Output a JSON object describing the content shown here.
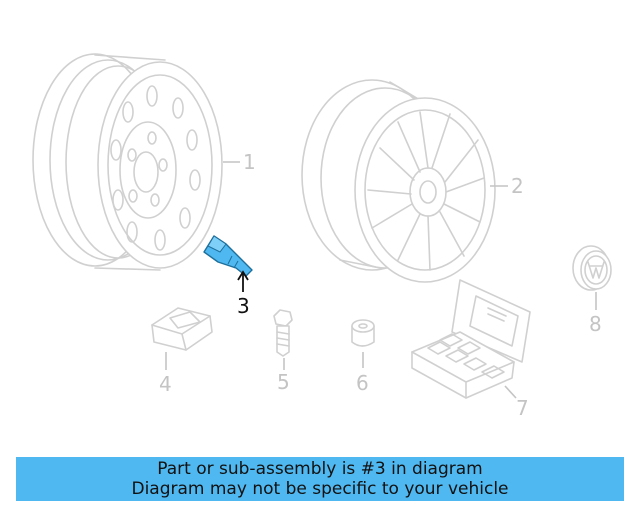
{
  "callouts": {
    "c1": "1",
    "c2": "2",
    "c3": "3",
    "c4": "4",
    "c5": "5",
    "c6": "6",
    "c7": "7",
    "c8": "8"
  },
  "highlighted_part": "3",
  "colors": {
    "highlight": "#4fb8f0",
    "ghost": "#d0d0d0",
    "banner": "#4fb8f0"
  },
  "banner": {
    "line1": "Part or sub-assembly is #3 in diagram",
    "line2": "Diagram may not be specific to your vehicle"
  }
}
